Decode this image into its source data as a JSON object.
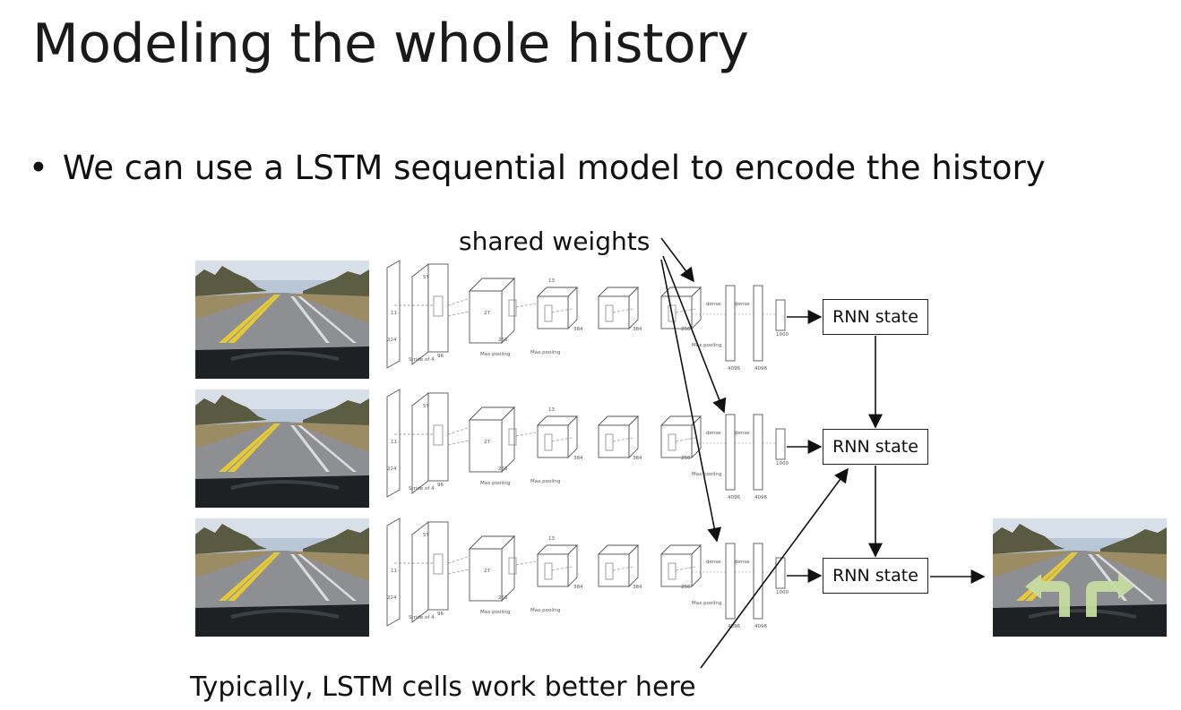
{
  "slide": {
    "title": "Modeling the whole history",
    "bullet": "We can use a LSTM sequential model to encode the history",
    "bullet_marker": "•"
  },
  "diagram": {
    "shared_weights_label": "shared weights",
    "lstm_note": "Typically, LSTM cells work better here",
    "rnn_states": [
      "RNN state",
      "RNN state",
      "RNN state"
    ],
    "cnn_layer_labels": {
      "stride": "Stride of 4",
      "pool1": "Max pooling",
      "pool2": "Max pooling",
      "pool3": "Max pooling",
      "dense1": "dense",
      "dense2": "dense",
      "dims": [
        "224",
        "11",
        "55",
        "96",
        "27",
        "256",
        "13",
        "384",
        "384",
        "256",
        "4096",
        "4096",
        "1000"
      ]
    },
    "images": [
      "road-frame-1",
      "road-frame-2",
      "road-frame-3",
      "road-output-with-turn-arrows"
    ],
    "colors": {
      "arrow_overlay": "#c5dca0",
      "lane_yellow": "#e4c93a"
    }
  }
}
